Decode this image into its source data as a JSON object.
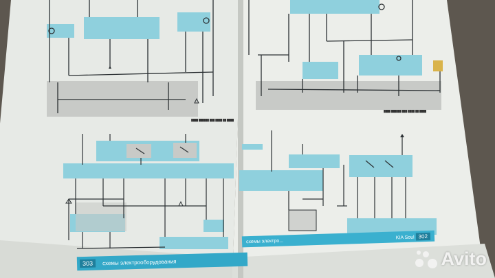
{
  "document": {
    "left_footer_page": "303",
    "left_footer_title": "схемы электрооборудования",
    "right_footer_page": "302",
    "right_footer_brand": "KIA Soul",
    "right_footer_subtitle": "схемы электро..."
  },
  "watermark": {
    "text": "Avito"
  },
  "colors": {
    "paper": "#e9ece8",
    "schematic_block": "#8fd0dd",
    "gray_band": "#c9cbc8",
    "footer_blue": "#33a8c8",
    "wire": "#2b3033"
  }
}
